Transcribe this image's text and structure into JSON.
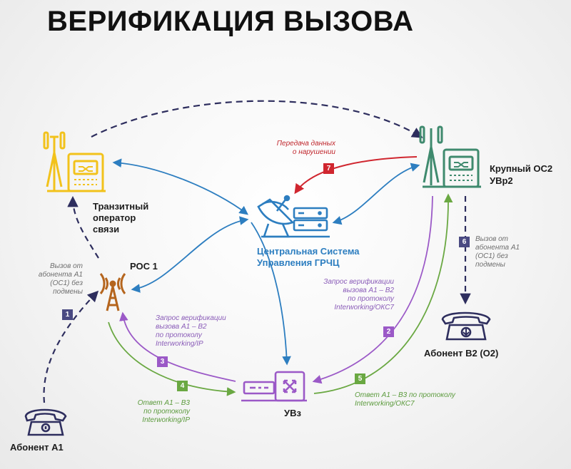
{
  "title": "ВЕРИФИКАЦИЯ ВЫЗОВА",
  "nodes": {
    "transit": {
      "label_1": "Транзитный",
      "label_2": "оператор",
      "label_3": "связи"
    },
    "roc1": {
      "label": "РОС 1"
    },
    "big_oc2": {
      "label_1": "Крупный ОС2",
      "label_2": "УВр2"
    },
    "center": {
      "label_1": "Центральная Система",
      "label_2": "Управления ГРЧЦ"
    },
    "uvz": {
      "label": "УВз"
    },
    "subscriber_a1": {
      "label": "Абонент А1"
    },
    "subscriber_b2": {
      "label": "Абонент В2 (О2)"
    }
  },
  "steps": [
    {
      "number": "1",
      "lines": [
        "Вызов от",
        "абонента А1",
        "(ОС1) без",
        "подмены"
      ]
    },
    {
      "number": "2",
      "lines": [
        "Запрос верификации",
        "вызова А1 – В2",
        "по протоколу",
        "Interworking/ОКС7"
      ]
    },
    {
      "number": "3",
      "lines": [
        "Запрос верификации",
        "вызова А1 – В2",
        "по протоколу",
        "Interworking/IP"
      ]
    },
    {
      "number": "4",
      "lines": [
        "Ответ А1 – В3",
        "по протоколу",
        "Interworking/IP"
      ]
    },
    {
      "number": "5",
      "lines": [
        "Ответ А1 – В3 по протоколу",
        "Interworking/ОКС7"
      ]
    },
    {
      "number": "6",
      "lines": [
        "Вызов от",
        "абонента А1",
        "(ОС1) без",
        "подмены"
      ]
    },
    {
      "number": "7",
      "lines": [
        "Передача данных",
        "о нарушении"
      ]
    }
  ],
  "colors": {
    "yellow": "#f2c21b",
    "orange": "#b5651d",
    "teal": "#3f8a6e",
    "blue": "#2d7ec0",
    "purple": "#9b59c7",
    "green": "#6aa842",
    "navy": "#2e2e5e",
    "red": "#d0262f"
  }
}
